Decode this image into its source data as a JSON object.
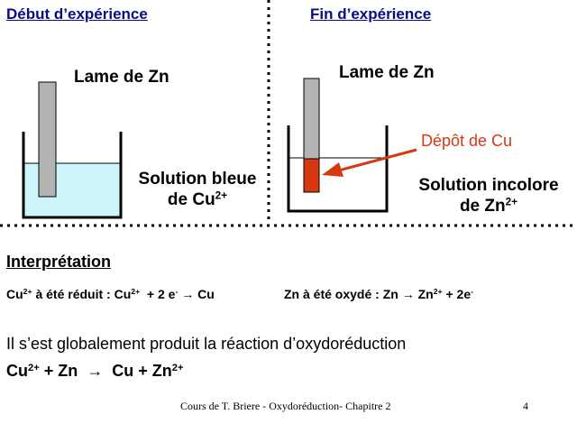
{
  "headings": {
    "start": "Début d’expérience",
    "end": "Fin d’expérience"
  },
  "left": {
    "lame": "Lame de Zn",
    "solution_line1": "Solution bleue",
    "solution_line2_prefix": "de Cu",
    "solution_line2_sup": "2+"
  },
  "right": {
    "lame": "Lame de Zn",
    "deposit": "Dépôt de Cu",
    "solution_line1": "Solution incolore",
    "solution_line2_prefix": "de Zn",
    "solution_line2_sup": "2+"
  },
  "interpretation": {
    "title": "Interprétation",
    "reduction": {
      "a": "Cu",
      "a_sup": "2+",
      "b": " à été réduit : Cu",
      "b_sup": "2+",
      "c": "  + 2 e",
      "c_sup": "-",
      "d": " → Cu"
    },
    "oxidation": {
      "a": "Zn à été oxydé : Zn → Zn",
      "a_sup": "2+",
      "b": " + 2e",
      "b_sup": "-"
    },
    "sentence": "Il s’est globalement produit la réaction d’oxydoréduction",
    "reaction": {
      "a": "Cu",
      "a_sup": "2+",
      "b": " + Zn  →  Cu + Zn",
      "b_sup": "2+"
    }
  },
  "footer": {
    "text": "Cours de T. Briere - Oxydoréduction- Chapitre 2",
    "page": "4"
  },
  "colors": {
    "blue_solution": "#ccf6fb",
    "zinc_plate": "#b3b3b3",
    "copper_deposit": "#d7380f",
    "arrow": "#d7380f",
    "heading_blue": "#0a0a8c"
  }
}
